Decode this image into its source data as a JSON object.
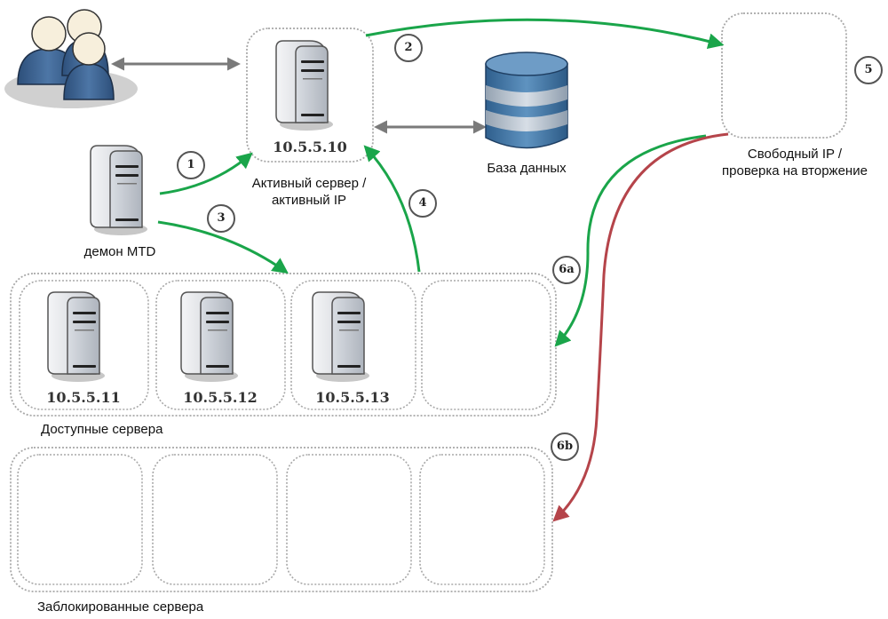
{
  "diagram": {
    "users": {
      "icon": "users-group-icon"
    },
    "active_server": {
      "ip": "10.5.5.10",
      "label_line1": "Активный сервер /",
      "label_line2": "активный IP"
    },
    "database": {
      "label": "База данных"
    },
    "mtd_daemon": {
      "label": "демон MTD"
    },
    "free_ip": {
      "label_line1": "Свободный IP /",
      "label_line2": "проверка на вторжение"
    },
    "available_servers": {
      "label": "Доступные сервера",
      "slots": [
        {
          "ip": "10.5.5.11",
          "occupied": true
        },
        {
          "ip": "10.5.5.12",
          "occupied": true
        },
        {
          "ip": "10.5.5.13",
          "occupied": true
        },
        {
          "ip": "",
          "occupied": false
        }
      ]
    },
    "blocked_servers": {
      "label": "Заблокированные сервера",
      "slots": [
        {
          "occupied": false
        },
        {
          "occupied": false
        },
        {
          "occupied": false
        },
        {
          "occupied": false
        }
      ]
    },
    "steps": [
      {
        "id": "1",
        "from": "mtd_daemon",
        "to": "active_server",
        "color": "green"
      },
      {
        "id": "2",
        "from": "active_server",
        "to": "free_ip",
        "color": "green"
      },
      {
        "id": "3",
        "from": "mtd_daemon",
        "to": "available_servers",
        "color": "green"
      },
      {
        "id": "4",
        "from": "available_servers",
        "to": "active_server",
        "color": "green"
      },
      {
        "id": "5",
        "at": "free_ip"
      },
      {
        "id": "6a",
        "from": "free_ip",
        "to": "available_servers",
        "color": "green"
      },
      {
        "id": "6b",
        "from": "free_ip",
        "to": "blocked_servers",
        "color": "red"
      }
    ],
    "colors": {
      "green_arrow": "#1aa54a",
      "red_arrow": "#b5444a",
      "grey_arrow": "#7a7a7a",
      "dashed_border": "#a8a8a8",
      "user_body": "#3f6593",
      "db_blue": "#3b6c99",
      "db_band": "#b8c4d0"
    }
  }
}
